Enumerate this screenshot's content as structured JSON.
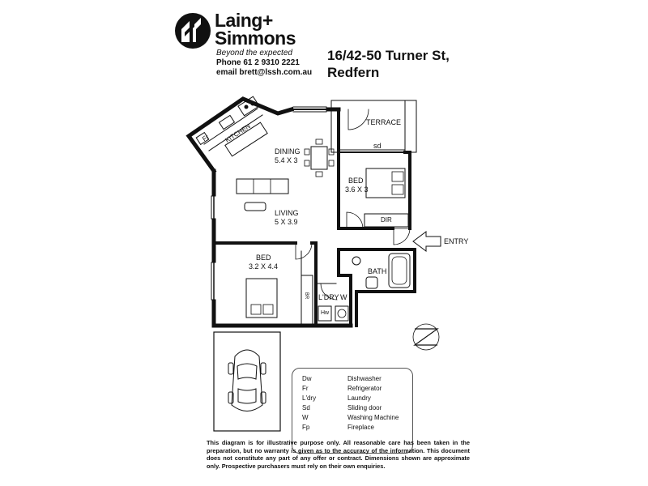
{
  "brand": {
    "name_line1": "Laing+",
    "name_line2": "Simmons",
    "tagline": "Beyond the expected",
    "phone": "Phone 61 2 9310 2221",
    "email": "email brett@lssh.com.au"
  },
  "address": {
    "line1": "16/42-50 Turner St,",
    "line2": "Redfern"
  },
  "rooms": {
    "terrace": "TERRACE",
    "sd": "sd",
    "kitchen": "KITCHEN",
    "fr": "Fr",
    "dining_name": "DINING",
    "dining_size": "5.4 X 3",
    "bed1_name": "BED",
    "bed1_size": "3.6 X 3",
    "dir": "DIR",
    "living_name": "LIVING",
    "living_size": "5 X 3.9",
    "entry": "ENTRY",
    "bed2_name": "BED",
    "bed2_size": "3.2 X 4.4",
    "bath": "BATH",
    "ldry": "L'DRY",
    "w": "W",
    "hw": "Hw",
    "br": "BR"
  },
  "legend": [
    {
      "abbr": "Dw",
      "meaning": "Dishwasher"
    },
    {
      "abbr": "Fr",
      "meaning": "Refrigerator"
    },
    {
      "abbr": "L'dry",
      "meaning": "Laundry"
    },
    {
      "abbr": "Sd",
      "meaning": "Sliding door"
    },
    {
      "abbr": "W",
      "meaning": "Washing Machine"
    },
    {
      "abbr": "Fp",
      "meaning": "Fireplace"
    }
  ],
  "disclaimer": "This diagram is for illustrative purpose only. All reasonable care has been taken in the preparation, but no warranty is given as to the accuracy of the information. This document does not constitute any part of any offer or contract. Dimensions shown are approximate only. Prospective purchasers must rely on their own enquiries."
}
